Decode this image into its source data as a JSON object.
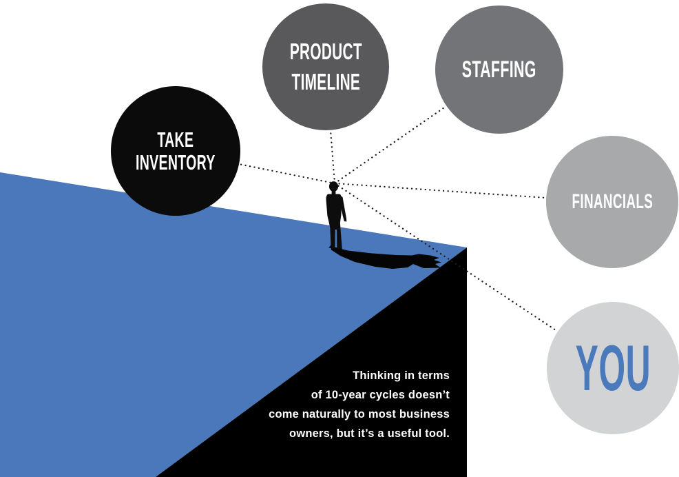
{
  "colors": {
    "background": "#ffffff",
    "ground_blue": "#4a78bb",
    "cliff_black": "#000000",
    "silhouette_black": "#0d0d0d",
    "shadow_black": "#050505",
    "dotted_line": "#1a1a1a",
    "label_white": "#ffffff",
    "you_text_blue": "#4a7abc",
    "circle_take_inventory": "#0b0b0b",
    "circle_product_timeline": "#59595b",
    "circle_staffing": "#737477",
    "circle_financials": "#a7a9ab",
    "circle_you": "#d2d3d4"
  },
  "circles": [
    {
      "id": "take-inventory",
      "label": "TAKE INVENTORY",
      "lines": [
        "TAKE",
        "INVENTORY"
      ]
    },
    {
      "id": "product-timeline",
      "label": "PRODUCT TIMELINE",
      "lines": [
        "PRODUCT",
        "TIMELINE"
      ]
    },
    {
      "id": "staffing",
      "label": "STAFFING",
      "lines": [
        "STAFFING"
      ]
    },
    {
      "id": "financials",
      "label": "FINANCIALS",
      "lines": [
        "FINANCIALS"
      ]
    },
    {
      "id": "you",
      "label": "YOU",
      "lines": [
        "YOU"
      ]
    }
  ],
  "caption": {
    "lines": [
      "Thinking in terms",
      "of 10-year cycles doesn’t",
      "come naturally to most business",
      "owners, but it’s a useful tool."
    ]
  },
  "scene": {
    "ground": "cliff-top-surface",
    "cliff_face": "cliff-face",
    "person": "businessman-silhouette",
    "shadow": "person-shadow"
  }
}
